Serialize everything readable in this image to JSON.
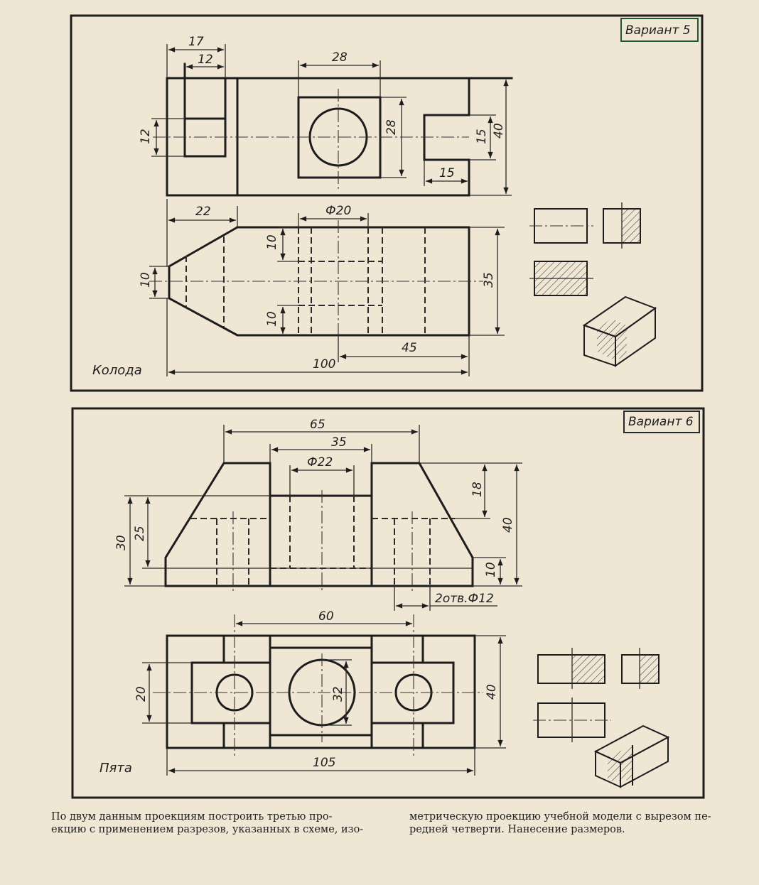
{
  "panel5": {
    "variant": "Вариант 5",
    "name": "Колода",
    "dims": {
      "d17": "17",
      "d12a": "12",
      "d28a": "28",
      "d12b": "12",
      "d28b": "28",
      "d15a": "15",
      "d40": "40",
      "d15b": "15",
      "d22": "22",
      "dphi20": "Ф20",
      "d10a": "10",
      "d10b": "10",
      "d10c": "10",
      "d35": "35",
      "d45": "45",
      "d100": "100"
    }
  },
  "panel6": {
    "variant": "Вариант 6",
    "name": "Пята",
    "dims": {
      "d65": "65",
      "d35": "35",
      "dphi22": "Ф22",
      "d18": "18",
      "d40a": "40",
      "d30": "30",
      "d25": "25",
      "d10": "10",
      "holes": "2отв.Ф12",
      "d60": "60",
      "d20": "20",
      "d32": "32",
      "d40b": "40",
      "d105": "105"
    }
  },
  "caption": {
    "left": [
      "По двум данным проекциям построить третью про-",
      "екцию с применением разрезов, указанных в схеме, изо-"
    ],
    "right": [
      "метрическую проекцию учебной модели с вырезом пе-",
      "редней четверти. Нанесение размеров."
    ]
  }
}
